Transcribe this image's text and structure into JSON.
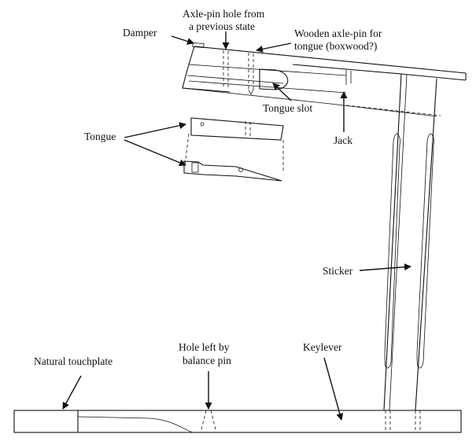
{
  "labels": {
    "damper": "Damper",
    "axle_hole_line1": "Axle-pin hole from",
    "axle_hole_line2": "a previous state",
    "wooden_axle_line1": "Wooden axle-pin for",
    "wooden_axle_line2": "tongue (boxwood?)",
    "tongue_slot": "Tongue slot",
    "tongue": "Tongue",
    "jack": "Jack",
    "sticker": "Sticker",
    "natural_touchplate": "Natural touchplate",
    "hole_left_line1": "Hole left by",
    "hole_left_line2": "balance pin",
    "keylever": "Keylever"
  }
}
